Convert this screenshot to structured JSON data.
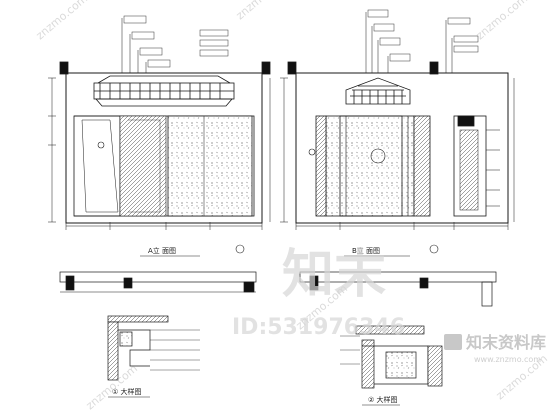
{
  "drawing": {
    "left_elevation": {
      "title": "A立 面图",
      "callouts": [
        "————",
        "————",
        "————",
        "————",
        "————",
        "————",
        "————",
        "————"
      ]
    },
    "right_elevation": {
      "title": "B立 面图",
      "callouts": [
        "————",
        "————",
        "————",
        "————",
        "————",
        "————",
        "————",
        "————",
        "————",
        "————"
      ]
    },
    "detail_left": {
      "title": "① 大样图"
    },
    "detail_right": {
      "title": "② 大样图"
    }
  },
  "watermark": {
    "site_text": "znzmo.com",
    "brand_big": "知末",
    "id_text": "ID:531976346",
    "logo_text": "知末资料库",
    "logo_url": "www.znzmo.com"
  },
  "colors": {
    "line": "#1a1a1a",
    "hatch": "#333333",
    "watermark": "#c8c8c8"
  }
}
